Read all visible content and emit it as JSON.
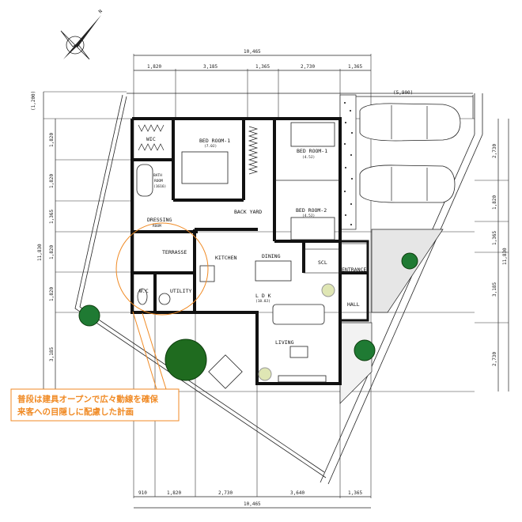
{
  "compass": {
    "north_label": "N"
  },
  "dimensions": {
    "top_total": "10,465",
    "top": [
      "1,820",
      "3,185",
      "1,365",
      "2,730",
      "1,365"
    ],
    "parking_width": "(5,900)",
    "left_setback": "(1,200)",
    "left_total": "11,830",
    "left": [
      "1,820",
      "1,820",
      "1,365",
      "1,820",
      "1,820",
      "3,185"
    ],
    "right_total": "11,830",
    "right": [
      "2,730",
      "1,820",
      "1,365",
      "3,185",
      "2,730"
    ],
    "bottom": [
      "910",
      "1,820",
      "2,730",
      "3,640",
      "1,365"
    ],
    "bottom_total": "10,465"
  },
  "rooms": {
    "wic": "WIC",
    "bed1_main": "BED ROOM-1",
    "bed1_main_size": "(7.0J)",
    "bath": [
      "BATH",
      "ROOM",
      "(1616)"
    ],
    "dressing": [
      "DRESSING",
      "ROOM"
    ],
    "back_yard": "BACK YARD",
    "bed1": "BED ROOM-1",
    "bed1_size": "(4.5J)",
    "bed2": "BED ROOM-2",
    "bed2_size": "(4.5J)",
    "terrasse": "TERRASSE",
    "kitchen": "KITCHEN",
    "dining": "DINING",
    "scl": "SCL",
    "entrance": "ENTRANCE",
    "wc": "W.C",
    "utility": "UTILITY",
    "ldk": "L D K",
    "ldk_size": "(18.8J)",
    "hall": "HALL",
    "living": "LIVING"
  },
  "annotation": {
    "line1": "普段は建具オープンで広々動線を確保",
    "line2": "来客への目隠しに配慮した計画",
    "color": "#f08a24"
  }
}
